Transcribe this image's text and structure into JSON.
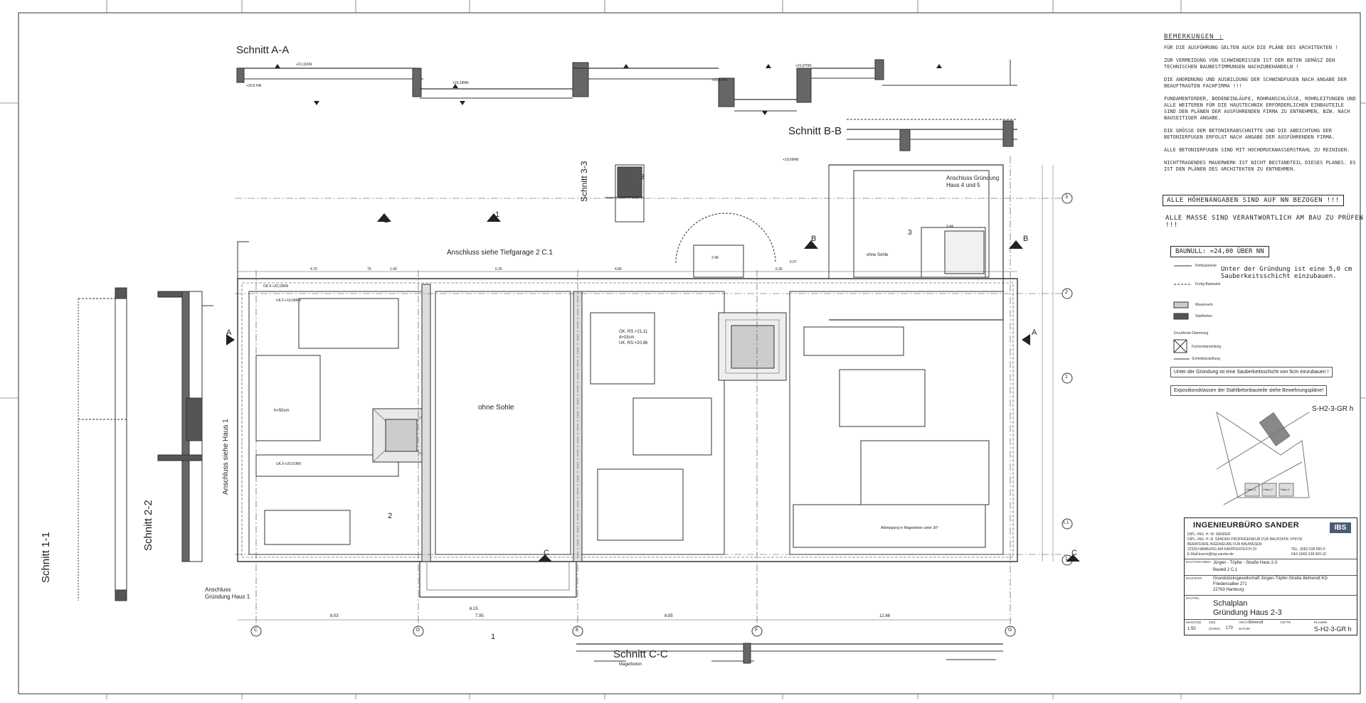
{
  "sections": {
    "aa": "Schnitt A-A",
    "bb": "Schnitt B-B",
    "cc": "Schnitt C-C",
    "s11": "Schnitt 1-1",
    "s22": "Schnitt 2-2",
    "s33": "Schnitt 3-3"
  },
  "plan_labels": {
    "anschluss_tg": "Anschluss siehe Tiefgarage 2 C.1",
    "anschluss_haus1_vert": "Anschluss siehe Haus 1",
    "anschluss_haus1_a": "Anschluss",
    "anschluss_haus1_b": "Gründung Haus 1",
    "anschluss_45_a": "Anschluss Gründung",
    "anschluss_45_b": "Haus 4 und 5",
    "ohne_sohle_1": "ohne Sohle",
    "ohne_sohle_2": "ohne Sohle",
    "h50": "h=50cm",
    "okrs": "OK. RS.+21,11",
    "ukrs": "UK. RS.+20,96",
    "d15": "d=15cm",
    "ukf1": "UK.F.+20,61NN",
    "ukf2": "UK.F.+19,68NN",
    "okf": "OK.F.+20,18NN",
    "abtreppung": "Abtreppung in Magerbeton unter 30°",
    "magerbeton": "Magerbeton",
    "el1": "+20,18NN",
    "el2": "+21,11NN",
    "el3": "+20,97NN",
    "el4": "+20,6 NN",
    "el5": "+19,69NN",
    "el6": "+20,47NN"
  },
  "axes": {
    "bottom": [
      "C",
      "D",
      "E",
      "F",
      "G"
    ],
    "right": [
      "3",
      "2",
      "1",
      "1.1",
      "1"
    ]
  },
  "dims_bottom": [
    "8.03",
    "7.95",
    "6.15",
    "8.85",
    "12.66"
  ],
  "dims_top": [
    "4.76",
    "75",
    "1.49",
    "6.25",
    "4.86",
    "5.07",
    "6.36",
    "2.48",
    "3.44"
  ],
  "section_marks": [
    "A",
    "A",
    "B",
    "B",
    "C",
    "C",
    "1",
    "1",
    "2",
    "2",
    "3",
    "3"
  ],
  "notes": {
    "heading": "BEMERKUNGEN :",
    "items": [
      "FÜR DIE AUSFÜHRUNG GELTEN AUCH DIE PLÄNE DES ARCHITEKTEN !",
      "ZUR VERMEIDUNG VON SCHWINDRISSEN IST DER BETON GEMÄSZ DEN TECHNISCHEN BAUBESTIMMUNGEN NACHZUBEHANDELN !",
      "DIE ANORDNUNG UND AUSBILDUNG DER SCHWINDFUGEN NACH ANGABE DER BEAUFTRAGTEN FACHFIRMA !!!",
      "FUNDAMENTERDER, BODENEINLÄUFE, ROHRANSCHLÜSSE, ROHRLEITUNGEN UND ALLE WEITEREN FÜR DIE HAUSTECHNIK ERFORDERLICHEN EINBAUTEILE SIND DEN PLÄNEN DER AUSFÜHRENDEN FIRMA ZU ENTNEHMEN, BZW. NACH BAUSEITIGER ANGABE.",
      "DIE GRÖSSE DER BETONIERABSCHNITTE UND DIE ABDICHTUNG DER BETONIERFUGEN ERFOLGT NACH ANGABE DER AUSFÜHRENDEN FIRMA.",
      "ALLE BETONIERFUGEN SIND MIT HOCHDRUCKWASSERSTRAHL ZU REINIGEN.",
      "NICHTTRAGENDES MAUERWERK IST NICHT BESTANDTEIL DIESES PLANES. ES IST DEN PLÄNEN DES ARCHITEKTEN ZU ENTNEHMEN."
    ],
    "nn_box": "ALLE HÖHENANGABEN SIND AUF NN BEZOGEN !!!",
    "masse": "ALLE MASSE SIND VERANTWORTLICH AM BAU ZU PRÜFEN !!!",
    "baunull": "BAUNULL: =24,00 ÜBER NN",
    "sauberkeit": "Unter der Gründung ist eine 5,0 cm Sauberkeitsschicht einzubauen."
  },
  "legend": [
    "Rohbaukante",
    "Fertig-Baukante",
    "Mauerwerk",
    "Stahlbeton",
    "Druckfeste Dämmung",
    "Füchendarstellung",
    "Schnittdarstellung"
  ],
  "boxnotes": {
    "sauber": "Unter der Gründung ist eine Sauberkeitsschicht von 5cm einzubauen !",
    "expo": "Expositionsklassen der Stahlbetonbauteile siehe Bewehrungspläne!"
  },
  "keyplan_code": "S-H2-3-GR h",
  "keyplan_labels": [
    "Haus 3",
    "Haus 2",
    "Haus 1"
  ],
  "titleblock": {
    "firm": "INGENIEURBÜRO SANDER",
    "logo": "IBS",
    "lines": [
      "DIPL.-ING. H. W. SANDER",
      "DIPL.-ING. H.-R. SANDER PRÜFINGENIEUR FÜR BAUSTATIK VPI/VSI",
      "BERATENDE INGENIEURE FÜR BAUWESEN",
      "22339 HAMBURG-AM KARPFENTEICH 33",
      "E-Mail:bueroi@ing-sander.de"
    ],
    "tel": "TEL. (040) 538 900-0",
    "fax": "FAX (040) 538 900-10",
    "bauvorhaben_lbl": "BAUVORHABEN:",
    "bauvorhaben": "Jürgen - Töpfer - Straße      Haus 2-3",
    "bauteil": "Bauteil 2  C.1",
    "bauherr_lbl": "BAUHERR:",
    "bauherr_1": "Grundstücksgesellschaft Jürgen-Töpfer-Straße Behrendt KG",
    "bauherr_2": "Friedensallee 271",
    "bauherr_3": "22763 Hamburg",
    "bauteil_lbl": "BAUTEIL:",
    "title_1": "Schalplan",
    "title_2": "Gründung Haus 2-3",
    "massstab_lbl": "MASSTAB",
    "massstab": "1:50",
    "gez_lbl": "GEZ.",
    "zchng_lbl": "ZCHNG.",
    "zchng": "170",
    "arch_lbl": "ARCH.",
    "arch": "Behrendt",
    "datum_lbl": "DATUM",
    "auftr_lbl": "AUFTR.",
    "planr_lbl": "PLANNR.",
    "planr": "S-H2-3-GR h"
  }
}
